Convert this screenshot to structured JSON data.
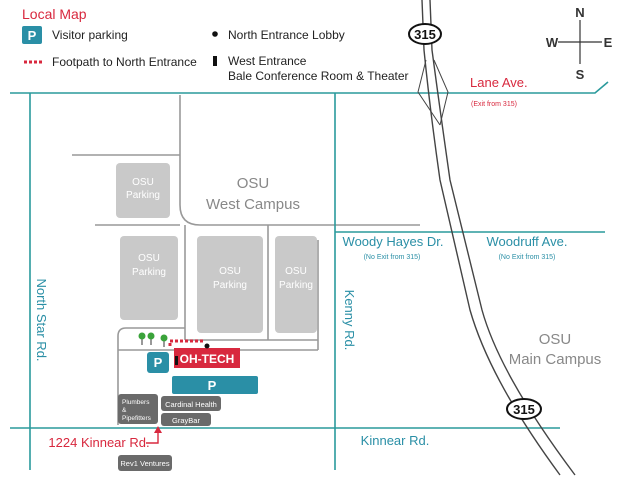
{
  "legend": {
    "title": "Local Map",
    "parking_symbol": "P",
    "visitor_parking": "Visitor parking",
    "footpath": "Footpath to North Entrance",
    "north_lobby": "North Entrance Lobby",
    "west_entrance_line1": "West Entrance",
    "west_entrance_line2": "Bale Conference Room & Theater"
  },
  "compass": {
    "n": "N",
    "s": "S",
    "e": "E",
    "w": "W"
  },
  "highway": {
    "label": "315"
  },
  "roads": {
    "lane_ave": "Lane Ave.",
    "lane_note": "(Exit from 315)",
    "woody_hayes": "Woody Hayes Dr.",
    "woody_note": "(No Exit from 315)",
    "woodruff": "Woodruff Ave.",
    "woodruff_note": "(No Exit from 315)",
    "kenny": "Kenny Rd.",
    "north_star": "North Star Rd.",
    "kinnear": "Kinnear Rd.",
    "address": "1224 Kinnear Rd."
  },
  "areas": {
    "west_campus_line1": "OSU",
    "west_campus_line2": "West Campus",
    "main_campus_line1": "OSU",
    "main_campus_line2": "Main Campus",
    "parking_line1": "OSU",
    "parking_line2": "Parking"
  },
  "buildings": {
    "ohtech": "OH-TECH",
    "parking": "P",
    "plumbers": "Plumbers & Pipefitters",
    "cardinal": "Cardinal Health",
    "graybar": "GrayBar",
    "rev1": "Rev1 Ventures"
  },
  "colors": {
    "road": "#2a9a9c",
    "teal": "#2a8fa6",
    "accent": "#d8283e",
    "lot": "#c9c9c9",
    "building": "#6a6a6a"
  }
}
